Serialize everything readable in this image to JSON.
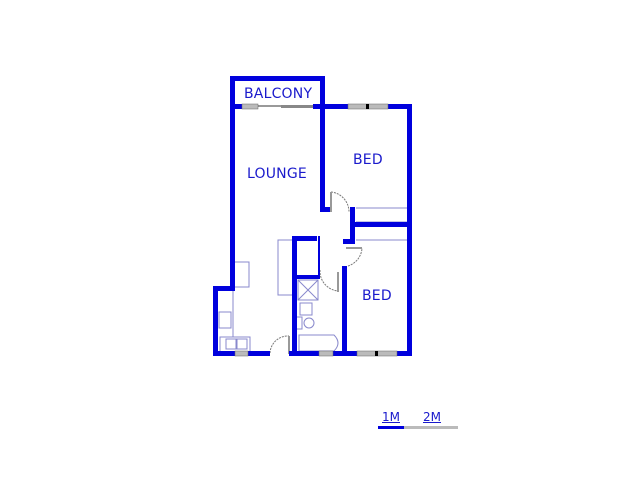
{
  "floorplan": {
    "rooms": [
      {
        "id": "balcony",
        "label": "BALCONY"
      },
      {
        "id": "lounge",
        "label": "LOUNGE"
      },
      {
        "id": "bed1",
        "label": "BED"
      },
      {
        "id": "bed2",
        "label": "BED"
      }
    ],
    "colors": {
      "wall": "#0000dd",
      "thin_line": "#8888cc",
      "window": "#999999",
      "label": "#1a1acc",
      "scale_gray": "#bbbbbb"
    }
  },
  "scale": {
    "label_1": "1M",
    "label_2": "2M"
  }
}
